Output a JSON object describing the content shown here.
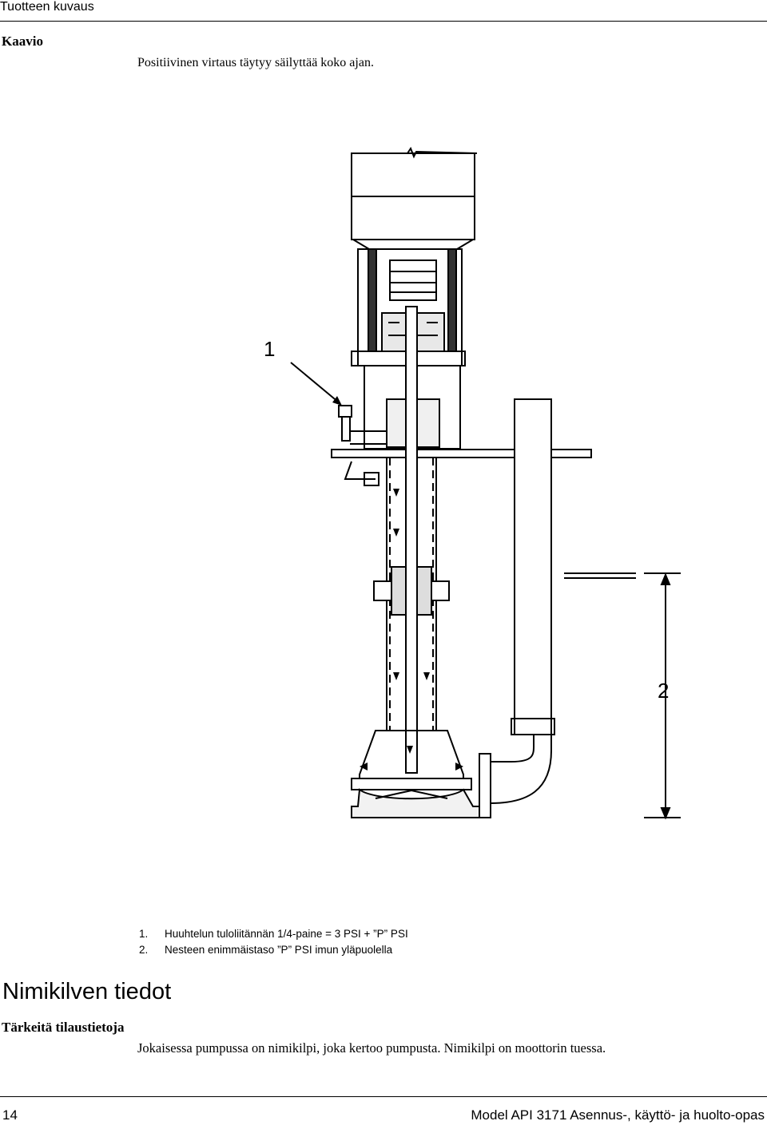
{
  "header": {
    "section": "Tuotteen kuvaus"
  },
  "diagram_section": {
    "label": "Kaavio",
    "intro": "Positiivinen virtaus täytyy säilyttää koko ajan."
  },
  "drawing": {
    "callouts": [
      "1",
      "2"
    ]
  },
  "legend": {
    "items": [
      {
        "num": "1.",
        "text": "Huuhtelun tuloliitännän 1/4-paine = 3 PSI + ”P” PSI"
      },
      {
        "num": "2.",
        "text": "Nesteen enimmäistaso ”P” PSI imun yläpuolella"
      }
    ]
  },
  "nameplate": {
    "heading": "Nimikilven tiedot",
    "subheading": "Tärkeitä tilaustietoja",
    "text": "Jokaisessa pumpussa on nimikilpi, joka kertoo pumpusta. Nimikilpi on moottorin tuessa."
  },
  "footer": {
    "page_number": "14",
    "title": "Model API 3171 Asennus-, käyttö- ja huolto-opas"
  }
}
